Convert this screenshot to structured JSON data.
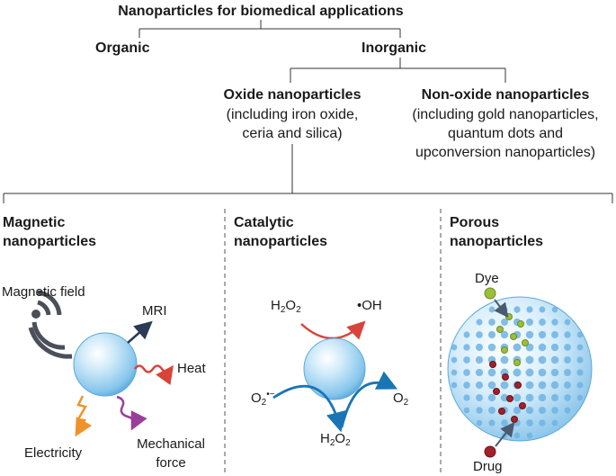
{
  "title": "Nanoparticles for biomedical applications",
  "organic": "Organic",
  "inorganic": "Inorganic",
  "oxide": {
    "title": "Oxide nanoparticles",
    "line1": "(including iron oxide,",
    "line2": "ceria and silica)"
  },
  "non_oxide": {
    "title": "Non-oxide nanoparticles",
    "line1": "(including gold nanoparticles,",
    "line2": "quantum dots and",
    "line3": "upconversion nanoparticles)"
  },
  "magnetic": {
    "title1": "Magnetic",
    "title2": "nanoparticles",
    "field": "Magnetic field",
    "mri": "MRI",
    "heat": "Heat",
    "electricity": "Electricity",
    "mech1": "Mechanical",
    "mech2": "force"
  },
  "catalytic": {
    "title1": "Catalytic",
    "title2": "nanoparticles",
    "h2o2_top_h": "H",
    "h2o2_top_2a": "2",
    "h2o2_top_o": "O",
    "h2o2_top_2b": "2",
    "oh": "•OH",
    "o2_left_o": "O",
    "o2_left_sub": "2",
    "o2_left_sup": "•−",
    "o2_right_o": "O",
    "o2_right_sub": "2",
    "h2o2_bottom_h": "H",
    "h2o2_bottom_2a": "2",
    "h2o2_bottom_o": "O",
    "h2o2_bottom_2b": "2"
  },
  "porous": {
    "title1": "Porous",
    "title2": "nanoparticles",
    "dye": "Dye",
    "drug": "Drug"
  },
  "colors": {
    "line": "#333333",
    "sphere": "#9fd3f0",
    "sphere_dark": "#4aa3dc",
    "arrow_navy": "#2b3a55",
    "arrow_red": "#d9443a",
    "arrow_orange": "#f0922b",
    "arrow_purple": "#9a3f99",
    "arrow_blue": "#1a75b5",
    "dye": "#9bbf3a",
    "drug": "#a3202b",
    "waves": "#4a4f5a"
  }
}
